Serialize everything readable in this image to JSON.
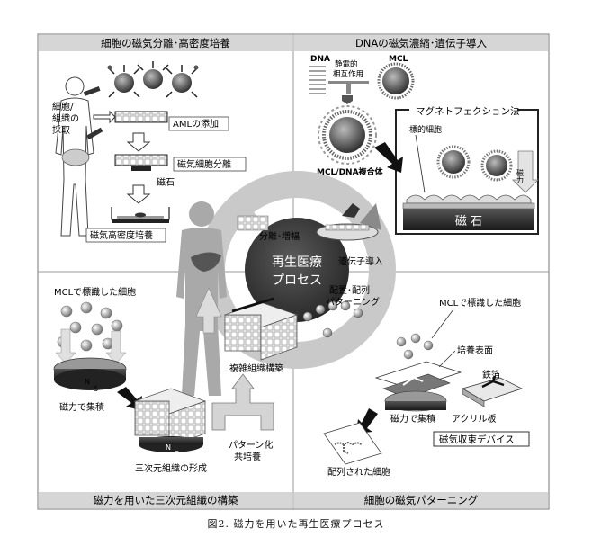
{
  "panels": {
    "top_left_title": "細胞の磁気分離･高密度培養",
    "top_right_title": "DNAの磁気濃縮･遺伝子導入",
    "bottom_left_title": "磁力を用いた三次元組織の構築",
    "bottom_right_title": "細胞の磁気パターニング"
  },
  "center": {
    "line1": "再生医療",
    "line2": "プロセス",
    "separation_growth": "分離･増幅",
    "gene_transfer": "遺伝子導入",
    "placement_patterning_1": "配置･配列",
    "placement_patterning_2": "パターニング",
    "complex_tissue": "複雑組織構築",
    "pattern_culture_1": "パターン化",
    "pattern_culture_2": "共培養"
  },
  "top_left": {
    "cell_tissue_1": "細胞/",
    "cell_tissue_2": "組織の",
    "cell_tissue_3": "採取",
    "aml_add": "AMLの添加",
    "magnetic_sep": "磁気細胞分離",
    "magnet": "磁石",
    "high_density": "磁気高密度培養"
  },
  "top_right": {
    "dna": "DNA",
    "mcl": "MCL",
    "electrostatic_1": "静電的",
    "electrostatic_2": "相互作用",
    "complex": "MCL/DNA複合体",
    "magnetofection": "マグネトフェクション法",
    "target_cell": "標的細胞",
    "magnetic_force": "磁力",
    "magnet": "磁 石"
  },
  "bottom_left": {
    "mcl_labeled": "MCLで標識した細胞",
    "gather": "磁力で集積",
    "ns_n": "N",
    "ns_s": "S",
    "three_d": "三次元組織の形成"
  },
  "bottom_right": {
    "mcl_labeled": "MCLで標識した細胞",
    "culture_surface": "培養表面",
    "iron_foil": "鉄箔",
    "gather": "磁力で集積",
    "acrylic": "アクリル板",
    "device": "磁気収束デバイス",
    "arranged": "配列された細胞"
  },
  "caption": "図2. 磁力を用いた再生医療プロセス",
  "colors": {
    "panel_header": "#d6d6d6",
    "panel_border": "#777777",
    "center_circle": "#3a3a3a",
    "ring": "#bdbdbd",
    "body_gray": "#a9a9a9",
    "magnet_dark": "#2b2b2b"
  }
}
